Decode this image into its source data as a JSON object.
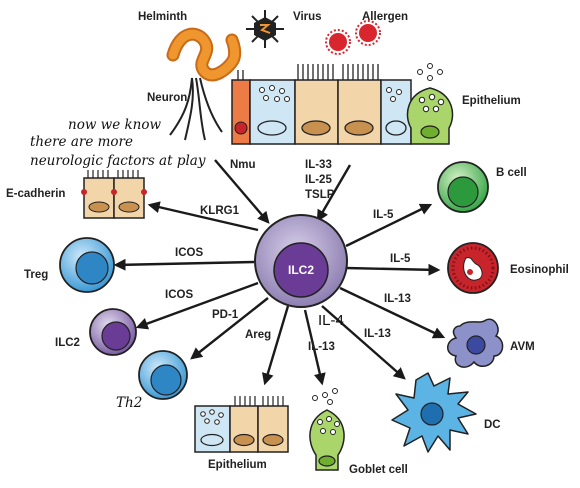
{
  "stimuli": {
    "helminth": "Helminth",
    "virus": "Virus",
    "allergen": "Allergen",
    "neuron": "Neuron",
    "epithelium": "Epithelium"
  },
  "annotation": {
    "line1": "now we know",
    "line2": "there are more",
    "line3": "neurologic factors at play"
  },
  "inputs": {
    "nmu": "Nmu",
    "il33": "IL-33",
    "il25": "IL-25",
    "tslp": "TSLP"
  },
  "center": {
    "label": "ILC2"
  },
  "outputs": {
    "ecadherin_label": "E-cadherin",
    "klrg1": "KLRG1",
    "treg_label": "Treg",
    "icos1": "ICOS",
    "icos2": "ICOS",
    "ilc2_label": "ILC2",
    "pd1": "PD-1",
    "th2_label": "Th2",
    "areg": "Areg",
    "epithelium_bottom": "Epithelium",
    "il13_goblet": "IL-13",
    "goblet_label": "Goblet cell",
    "il4": "IL-4",
    "il13_dc": "IL-13",
    "dc_label": "DC",
    "il13_avm": "IL-13",
    "avm_label": "AVM",
    "il5_eos": "IL-5",
    "eosinophil_label": "Eosinophil",
    "il5_b": "IL-5",
    "bcell_label": "B cell"
  },
  "colors": {
    "helminth": "#f0962e",
    "allergen": "#d8252e",
    "epithelium_tan": "#f2d5a8",
    "nucleus_brown": "#c8914f",
    "epithelium_blue": "#cfe7f5",
    "neuron_orange": "#ec7b45",
    "goblet_green": "#a9d56b",
    "ilc2_purple": "#7e5ea5",
    "treg_blue": "#3b9bd8",
    "bcell_green": "#3bb24a",
    "eosinophil_red": "#c8242b",
    "avm_blue": "#8c92c9",
    "dc_blue": "#2f98d3"
  }
}
